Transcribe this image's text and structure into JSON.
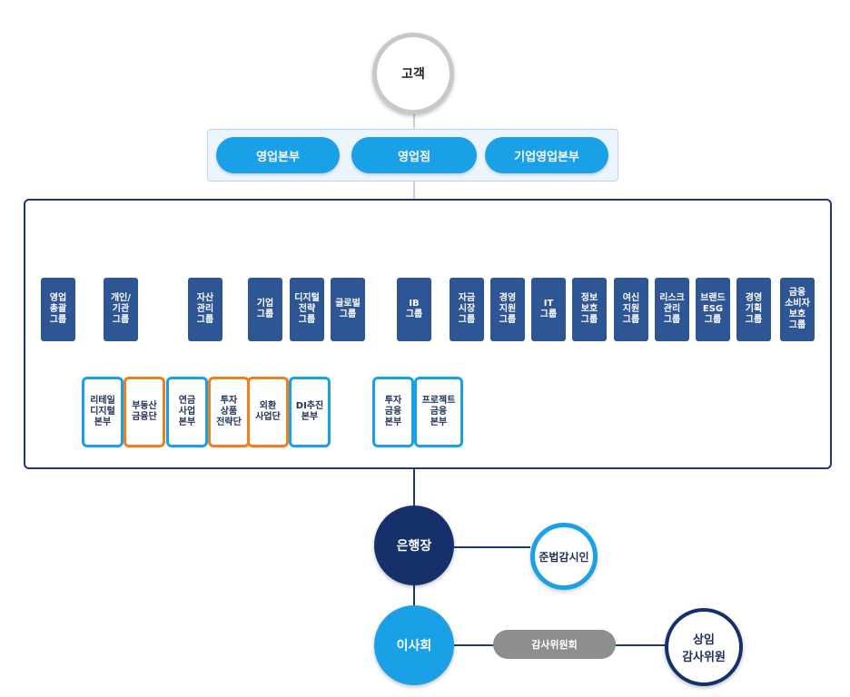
{
  "customer": "고객",
  "sales": [
    "영업본부",
    "영업점",
    "기업영업본부"
  ],
  "groups": [
    "영업\n총괄\n그룹",
    "개인/\n기관\n그룹",
    "자산\n관리\n그룹",
    "기업\n그룹",
    "디지털\n전략\n그룹",
    "글로벌\n그룹",
    "IB\n그룹",
    "자금\n시장\n그룹",
    "경영\n지원\n그룹",
    "IT\n그룹",
    "정보\n보호\n그룹",
    "여신\n지원\n그룹",
    "리스크\n관리\n그룹",
    "브랜드\nESG\n그룹",
    "경영\n기획\n그룹",
    "금융\n소비자\n보호\n그룹"
  ],
  "units": [
    "리테일\n디지털\n본부",
    "부동산\n금융단",
    "연금\n사업\n본부",
    "투자\n상품\n전략단",
    "외환\n사업단",
    "DI추진\n본부",
    "투자\n금융\n본부",
    "프로젝트\n금융\n본부"
  ],
  "ceo": "은행장",
  "compliance": "준법감시인",
  "board": "이사회",
  "audit_committee": "감사위원회",
  "standing_auditor": "상임\n감사위원",
  "colors": {
    "navy": "#15306a",
    "group_blue": "#2e5594",
    "sky": "#1aa0e6",
    "orange": "#f07f22",
    "grey": "#8e8e8e"
  }
}
